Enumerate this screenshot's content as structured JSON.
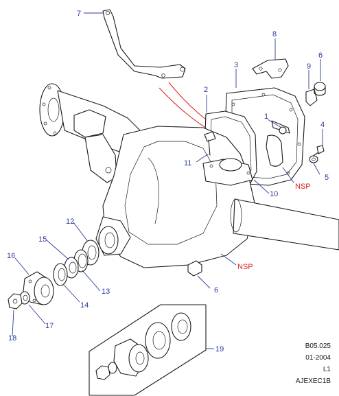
{
  "diagram": {
    "callouts": [
      "7",
      "8",
      "6",
      "9",
      "3",
      "2",
      "1",
      "4",
      "5",
      "11",
      "10",
      "12",
      "15",
      "16",
      "14",
      "13",
      "17",
      "18",
      "6",
      "19"
    ],
    "nsp_labels": [
      "NSP",
      "NSP"
    ]
  },
  "reference": {
    "code": "B05.025",
    "date": "01-2004",
    "level": "L1",
    "id": "AJEXEC1B"
  }
}
